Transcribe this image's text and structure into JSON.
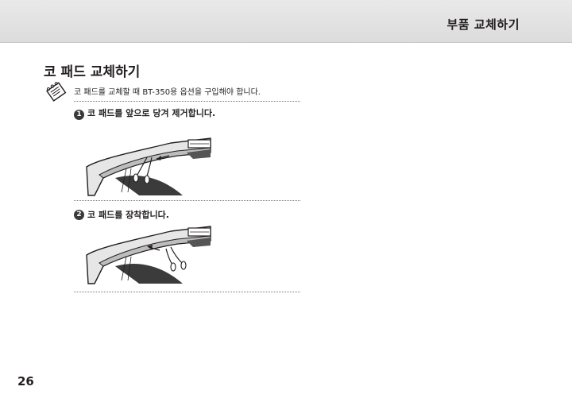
{
  "header": {
    "title": "부품 교체하기"
  },
  "section": {
    "title": "코 패드 교체하기"
  },
  "note": {
    "icon": "note-icon",
    "text": "코 패드를 교체할 때 BT-350용 옵션을 구입해야 합니다."
  },
  "steps": [
    {
      "number": "1",
      "text": "코 패드를 앞으로 당겨 제거합니다.",
      "illustration": "nose-pad-removal-illustration"
    },
    {
      "number": "2",
      "text": "코 패드를 장착합니다.",
      "illustration": "nose-pad-attach-illustration"
    }
  ],
  "footer": {
    "page_number": "26"
  }
}
